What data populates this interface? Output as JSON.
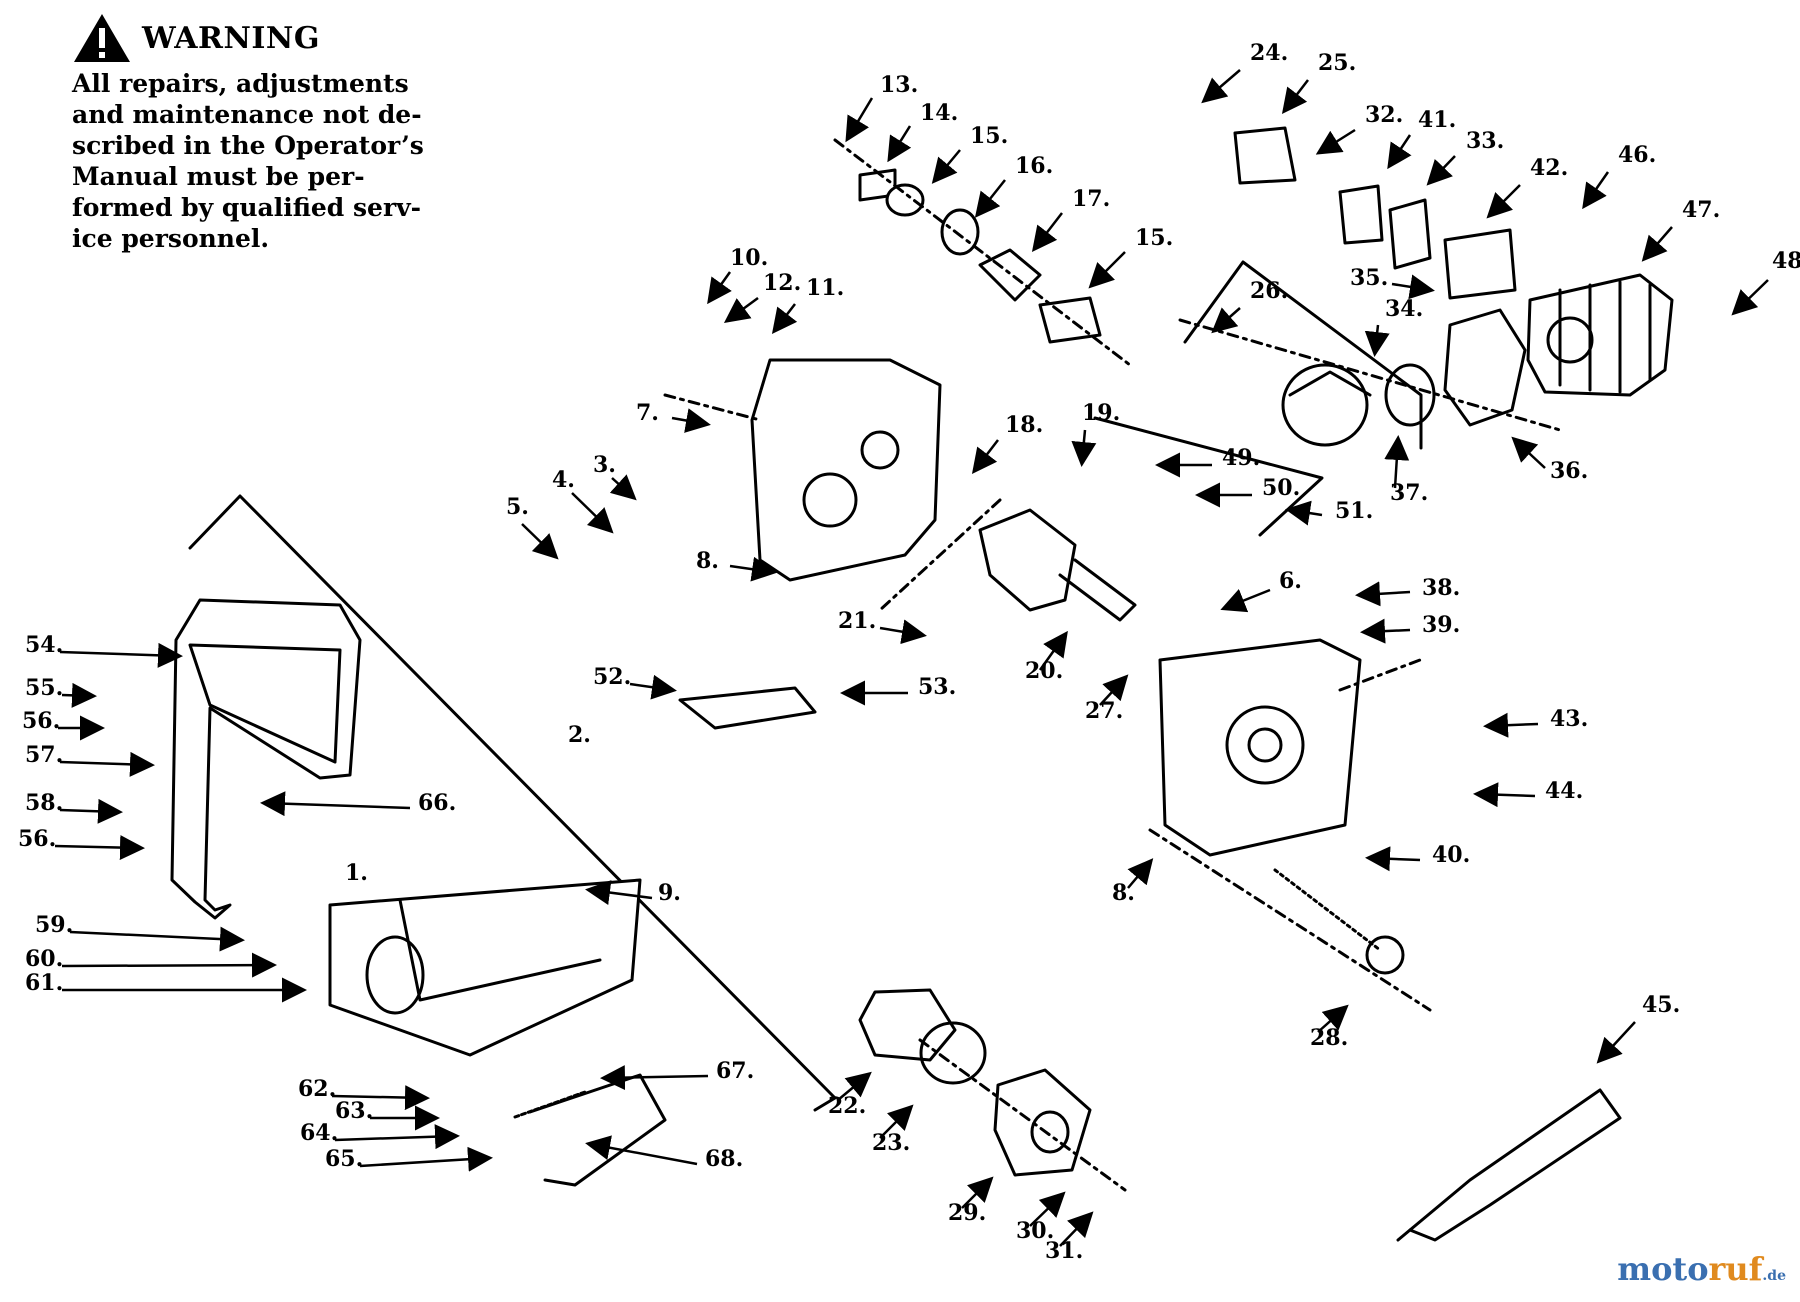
{
  "warning": {
    "title": "WARNING",
    "icon": "warning-triangle-icon",
    "lines": [
      "All repairs, adjustments",
      "and maintenance not de-",
      "scribed in the Operator’s",
      "Manual must be per-",
      "formed by qualified serv-",
      "ice personnel."
    ]
  },
  "part_labels": [
    "1.",
    "2.",
    "3.",
    "4.",
    "5.",
    "6.",
    "7.",
    "8.",
    "8.",
    "9.",
    "10.",
    "11.",
    "12.",
    "13.",
    "14.",
    "15.",
    "15.",
    "16.",
    "17.",
    "18.",
    "19.",
    "20.",
    "21.",
    "22.",
    "23.",
    "24.",
    "25.",
    "26.",
    "27.",
    "28.",
    "29.",
    "30.",
    "31.",
    "32.",
    "33.",
    "34.",
    "35.",
    "36.",
    "37.",
    "38.",
    "39.",
    "40.",
    "41.",
    "42.",
    "43.",
    "44.",
    "45.",
    "46.",
    "47.",
    "48",
    "49.",
    "50.",
    "51.",
    "52.",
    "53.",
    "54.",
    "55.",
    "56.",
    "56.",
    "57.",
    "58.",
    "59.",
    "60.",
    "61.",
    "62.",
    "63.",
    "64.",
    "65.",
    "66.",
    "67.",
    "68."
  ],
  "watermark": {
    "left": "moto",
    "mid": "ruf",
    "suffix": ".de"
  },
  "colors": {
    "ink": "#000000",
    "paper": "#ffffff",
    "wm_blue": "#3a6fb0",
    "wm_orange": "#e08a1e"
  }
}
